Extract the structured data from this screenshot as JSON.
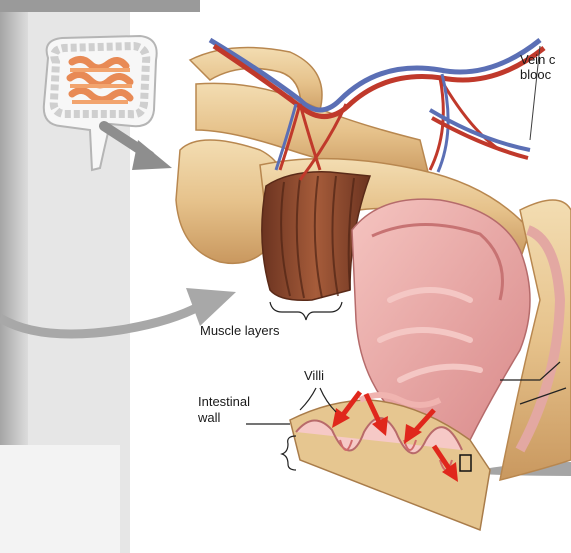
{
  "labels": {
    "vein": "Vein c",
    "blood": "blooc",
    "muscle_layers": "Muscle layers",
    "villi": "Villi",
    "intestinal": "Intestinal",
    "wall": "wall"
  },
  "colors": {
    "intestine_outer": "#e8c896",
    "intestine_shadow": "#c99a64",
    "lumen_pink": "#e9a5a5",
    "fold_pink": "#f0b8b6",
    "muscle_brown": "#8a4a2c",
    "artery_red": "#c0392b",
    "vein_blue": "#5b6fb5",
    "arrow_red": "#e0271c",
    "arrow_gray": "#9e9e9e"
  },
  "icons": [
    "digestive-tract-thumbnail",
    "zoom-arrow-gray",
    "villi-flow-arrows-red"
  ]
}
